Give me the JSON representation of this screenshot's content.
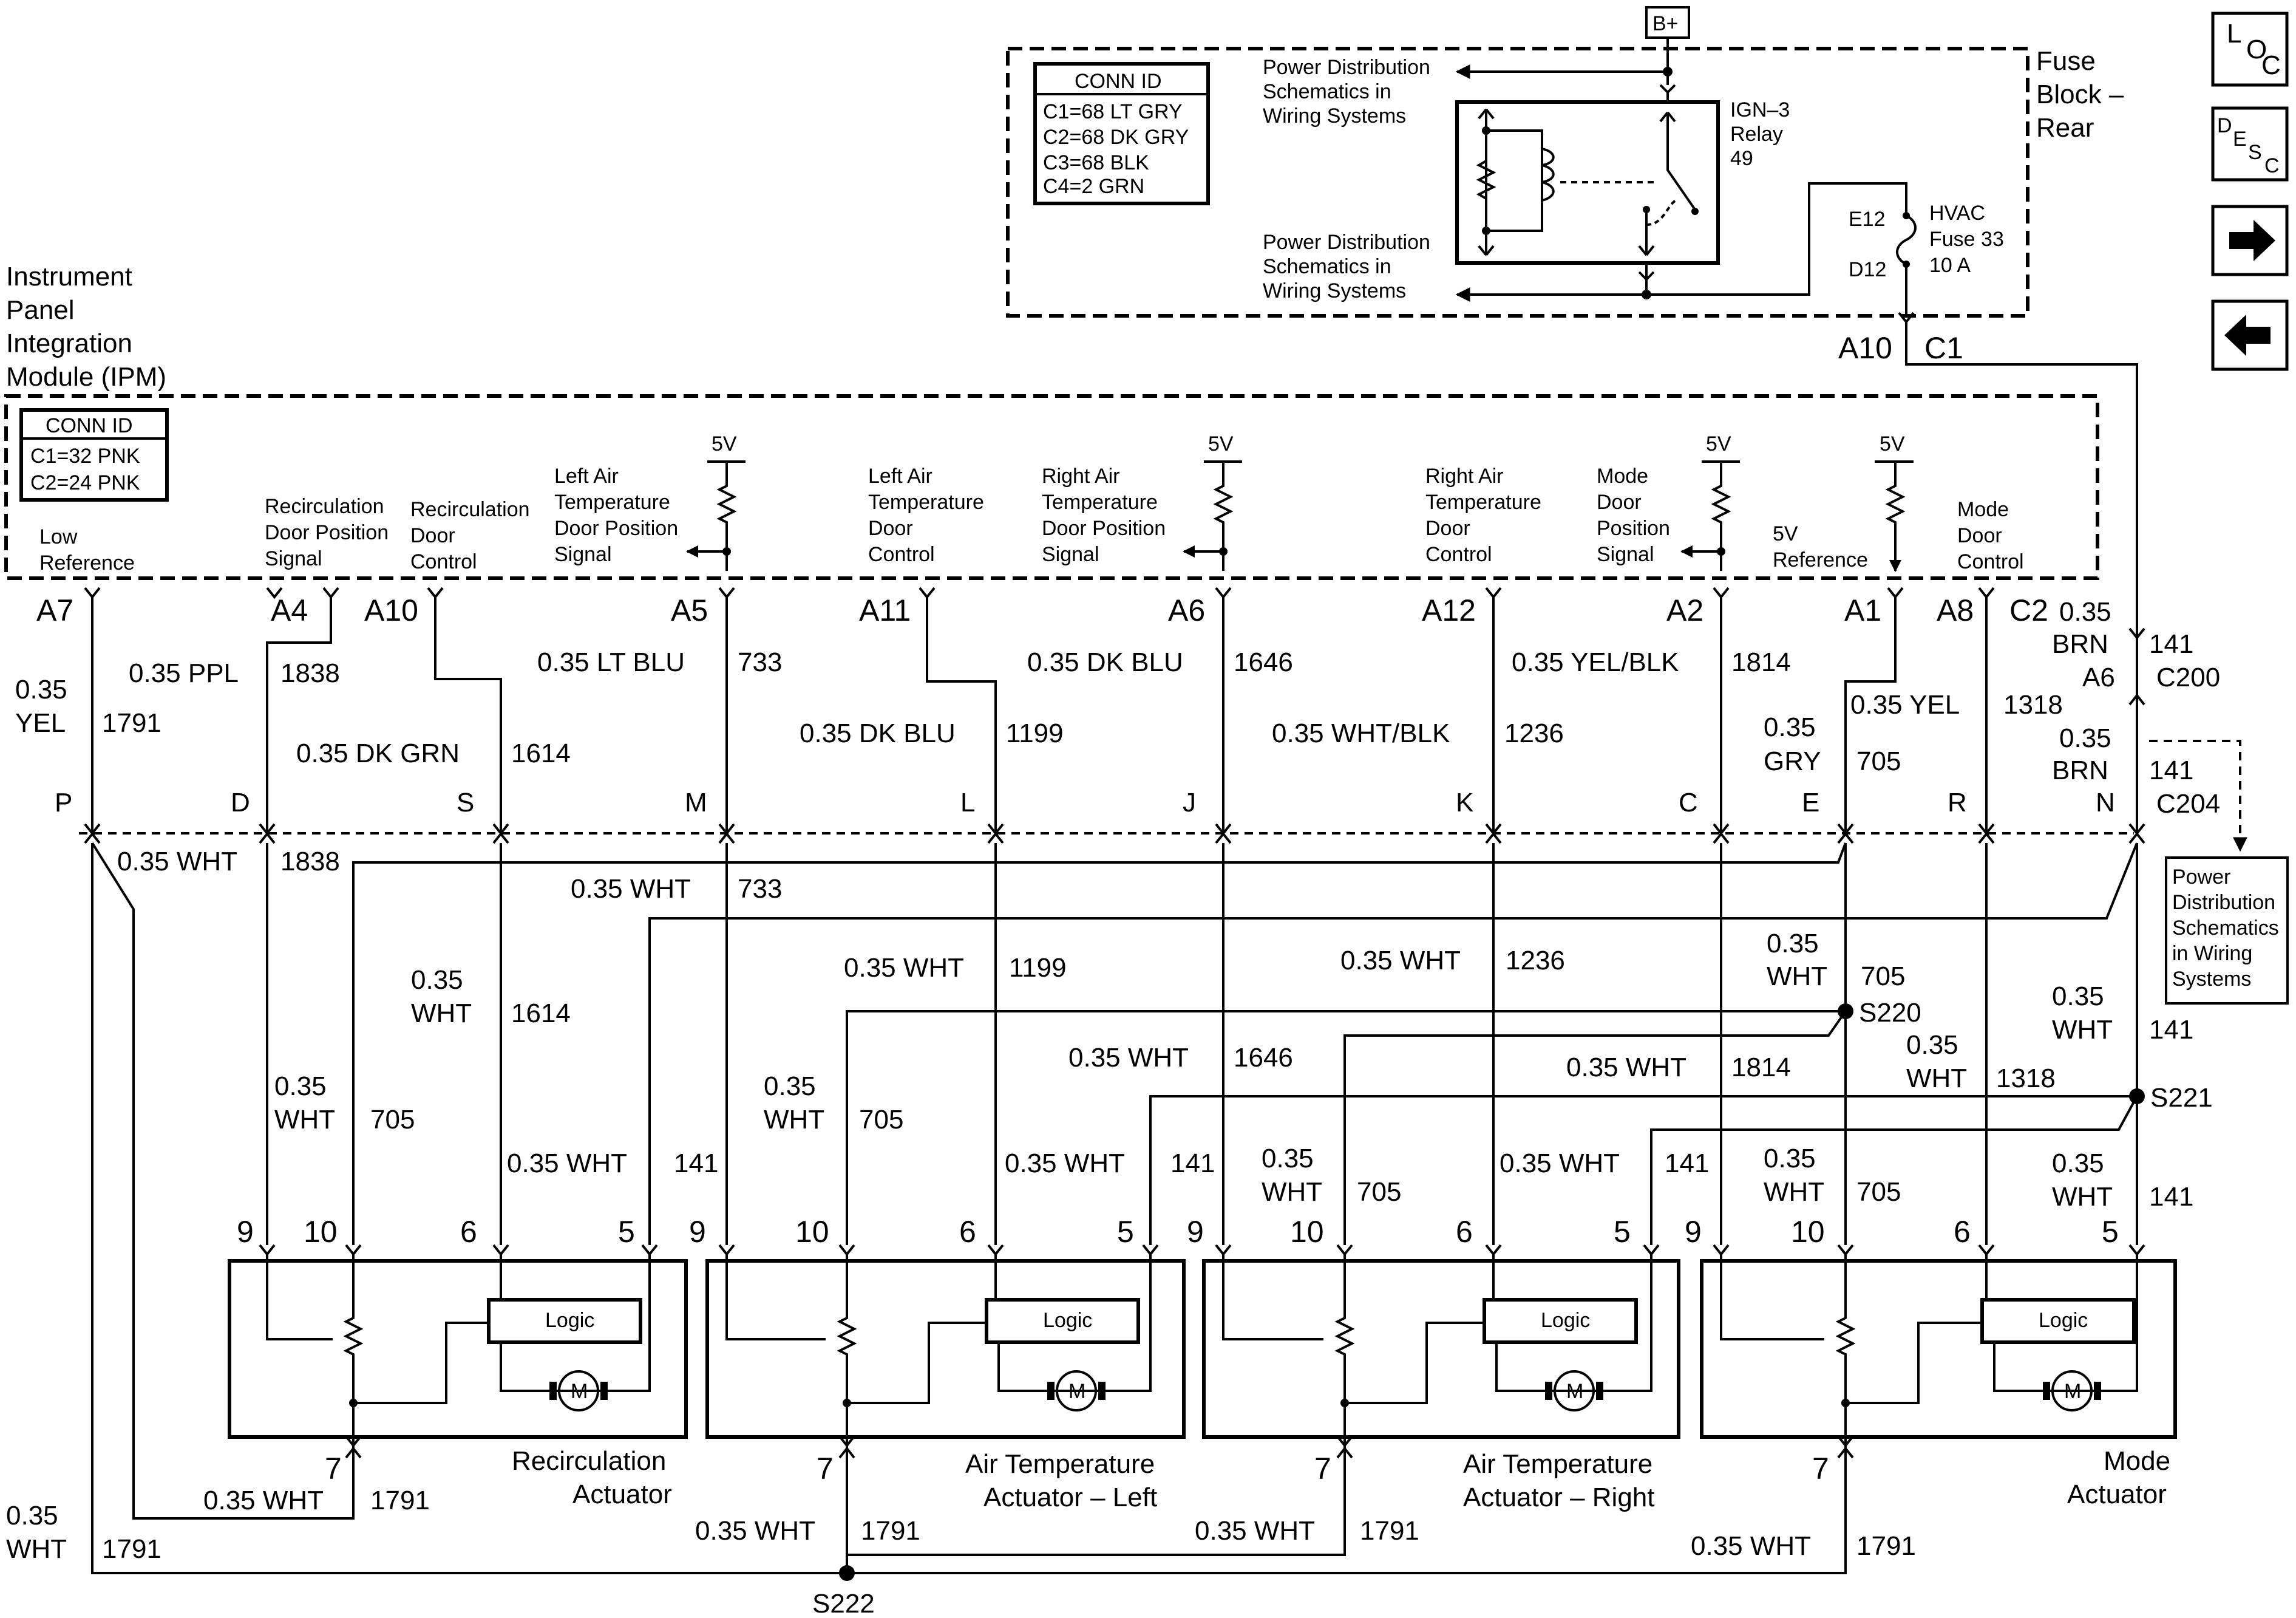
{
  "fuse_block": {
    "title": [
      "Fuse",
      "Block –",
      "Rear"
    ],
    "battery": "B+",
    "conn_id_title": "CONN ID",
    "conn_ids": [
      "C1=68 LT GRY",
      "C2=68 DK GRY",
      "C3=68 BLK",
      "C4=2 GRN"
    ],
    "pds_top": [
      "Power Distribution",
      "Schematics in",
      "Wiring Systems"
    ],
    "pds_bottom": [
      "Power Distribution",
      "Schematics in",
      "Wiring Systems"
    ],
    "relay": [
      "IGN–3",
      "Relay",
      "49"
    ],
    "fuse": [
      "HVAC",
      "Fuse 33",
      "10 A"
    ],
    "pin_e12": "E12",
    "pin_d12": "D12",
    "out_a10": "A10",
    "out_c1": "C1"
  },
  "ipm": {
    "title": [
      "Instrument",
      "Panel",
      "Integration",
      "Module (IPM)"
    ],
    "conn_id_title": "CONN ID",
    "conn_ids": [
      "C1=32 PNK",
      "C2=24 PNK"
    ],
    "v5": "5V",
    "labels": {
      "low_ref": [
        "Low",
        "Reference"
      ],
      "recirc_pos": [
        "Recirculation",
        "Door Position",
        "Signal"
      ],
      "recirc_ctl": [
        "Recirculation",
        "Door",
        "Control"
      ],
      "left_pos": [
        "Left Air",
        "Temperature",
        "Door Position",
        "Signal"
      ],
      "left_ctl": [
        "Left Air",
        "Temperature",
        "Door",
        "Control"
      ],
      "right_pos": [
        "Right Air",
        "Temperature",
        "Door Position",
        "Signal"
      ],
      "right_ctl": [
        "Right Air",
        "Temperature",
        "Door",
        "Control"
      ],
      "mode_pos": [
        "Mode",
        "Door",
        "Position",
        "Signal"
      ],
      "ref5v": [
        "5V",
        "Reference"
      ],
      "mode_ctl": [
        "Mode",
        "Door",
        "Control"
      ]
    },
    "pins": [
      "A7",
      "A4",
      "A10",
      "A5",
      "A11",
      "A6",
      "A12",
      "A2",
      "A1",
      "A8",
      "C2"
    ]
  },
  "wires": {
    "w1791_top": [
      "0.35",
      "YEL",
      "1791"
    ],
    "w1838": [
      "0.35 PPL",
      "1838"
    ],
    "w1614": [
      "0.35 DK GRN",
      "1614"
    ],
    "w733": [
      "0.35 LT BLU",
      "733"
    ],
    "w1199": [
      "0.35 DK BLU",
      "1199"
    ],
    "w1646": [
      "0.35 DK BLU",
      "1646"
    ],
    "w1236": [
      "0.35 WHT/BLK",
      "1236"
    ],
    "w1814": [
      "0.35 YEL/BLK",
      "1814"
    ],
    "w705": [
      "0.35",
      "GRY",
      "705"
    ],
    "w1318": [
      "0.35 YEL",
      "1318"
    ],
    "w141a": [
      "0.35",
      "BRN",
      "141"
    ],
    "w141b": [
      "0.35",
      "BRN",
      "141"
    ],
    "c200": [
      "A6",
      "C200"
    ],
    "c204": "C204",
    "pds_right": [
      "Power",
      "Distribution",
      "Schematics",
      "in Wiring",
      "Systems"
    ],
    "c204_pins": [
      "P",
      "D",
      "S",
      "M",
      "L",
      "J",
      "K",
      "C",
      "E",
      "R",
      "N"
    ],
    "wht": "0.35 WHT",
    "wht_stack": [
      "0.35",
      "WHT"
    ],
    "circuits": {
      "c1838": "1838",
      "c733": "733",
      "c1614": "1614",
      "c1199": "1199",
      "c1236": "1236",
      "c705": "705",
      "c1646": "1646",
      "c1814": "1814",
      "c1318": "1318",
      "c141": "141",
      "c1791": "1791"
    },
    "splices": [
      "S220",
      "S221",
      "S222"
    ]
  },
  "actuators": {
    "pins": [
      "9",
      "10",
      "6",
      "5"
    ],
    "ground_pin": "7",
    "logic": "Logic",
    "motor": "M",
    "names": {
      "recirc": [
        "Recirculation",
        "Actuator"
      ],
      "left": [
        "Air Temperature",
        "Actuator – Left"
      ],
      "right": [
        "Air Temperature",
        "Actuator – Right"
      ],
      "mode": [
        "Mode",
        "Actuator"
      ]
    }
  },
  "nav": {
    "loc": [
      "L",
      "O",
      "C"
    ],
    "desc": [
      "D",
      "E",
      "S",
      "C"
    ],
    "next_icon": "arrow-right-icon",
    "prev_icon": "arrow-left-icon"
  }
}
